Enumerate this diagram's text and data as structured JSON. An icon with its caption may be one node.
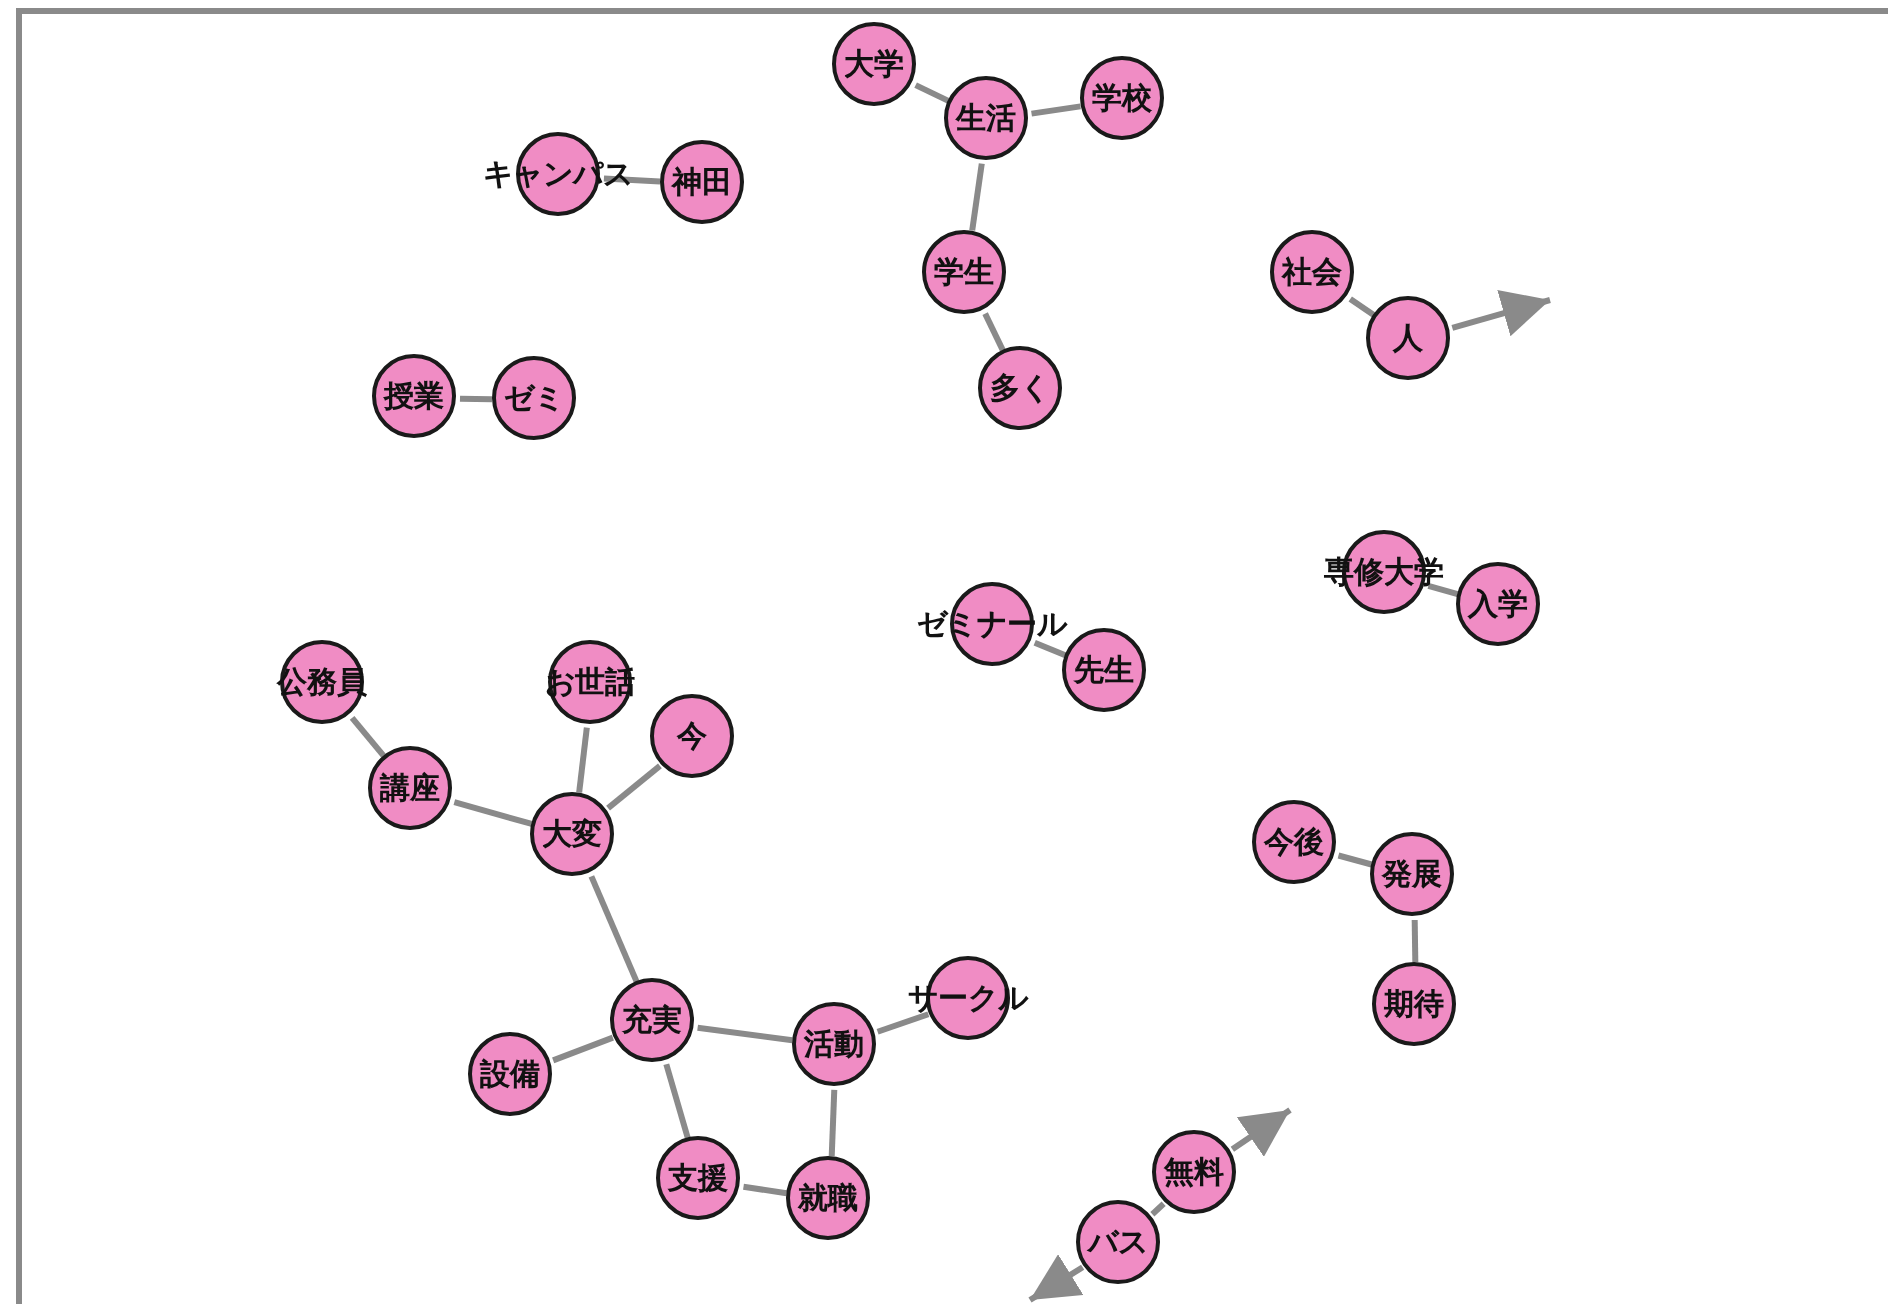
{
  "diagram": {
    "nodes": [
      {
        "text": [
          "大学"
        ]
      },
      {
        "text": [
          "生活"
        ]
      },
      {
        "text": [
          "学校"
        ]
      },
      {
        "text": [
          "学生"
        ]
      },
      {
        "text": [
          "多く"
        ]
      },
      {
        "text": [
          "キャンパス"
        ]
      },
      {
        "text": [
          "神田"
        ]
      },
      {
        "text": [
          "授業"
        ]
      },
      {
        "text": [
          "ゼミ"
        ]
      },
      {
        "text": [
          "社会"
        ]
      },
      {
        "text": [
          "人"
        ]
      },
      {
        "text": [
          "専修大学"
        ]
      },
      {
        "text": [
          "入学"
        ]
      },
      {
        "text": [
          "ゼミナール"
        ]
      },
      {
        "text": [
          "先生"
        ]
      },
      {
        "text": [
          "公務員"
        ]
      },
      {
        "text": [
          "お世話"
        ]
      },
      {
        "text": [
          "今"
        ]
      },
      {
        "text": [
          "講座"
        ]
      },
      {
        "text": [
          "大変"
        ]
      },
      {
        "text": [
          "充実"
        ]
      },
      {
        "text": [
          "サークル"
        ]
      },
      {
        "text": [
          "活動"
        ]
      },
      {
        "text": [
          "設備"
        ]
      },
      {
        "text": [
          "支援"
        ]
      },
      {
        "text": [
          "就職"
        ]
      },
      {
        "text": [
          "今後"
        ]
      },
      {
        "text": [
          "発展"
        ]
      },
      {
        "text": [
          "期待"
        ]
      },
      {
        "text": [
          "無料"
        ]
      },
      {
        "text": [
          "バス"
        ]
      }
    ],
    "edges": [
      {
        "from": 0,
        "to": 1,
        "arrow": "none"
      },
      {
        "from": 1,
        "to": 2,
        "arrow": "none"
      },
      {
        "from": 1,
        "to": 3,
        "arrow": "none"
      },
      {
        "from": 3,
        "to": 4,
        "arrow": "none"
      },
      {
        "from": 5,
        "to": 6,
        "arrow": "none"
      },
      {
        "from": 7,
        "to": 8,
        "arrow": "none"
      },
      {
        "from": 9,
        "to": 10,
        "arrow": "none"
      },
      {
        "from": 10,
        "to": null,
        "arrow": "to"
      },
      {
        "from": 11,
        "to": 12,
        "arrow": "none"
      },
      {
        "from": 13,
        "to": 14,
        "arrow": "none"
      },
      {
        "from": 15,
        "to": 18,
        "arrow": "none"
      },
      {
        "from": 18,
        "to": 19,
        "arrow": "none"
      },
      {
        "from": 16,
        "to": 19,
        "arrow": "none"
      },
      {
        "from": 17,
        "to": 19,
        "arrow": "none"
      },
      {
        "from": 19,
        "to": 20,
        "arrow": "none"
      },
      {
        "from": 20,
        "to": 22,
        "arrow": "none"
      },
      {
        "from": 20,
        "to": 23,
        "arrow": "none"
      },
      {
        "from": 20,
        "to": 24,
        "arrow": "none"
      },
      {
        "from": 22,
        "to": 21,
        "arrow": "none"
      },
      {
        "from": 22,
        "to": 25,
        "arrow": "none"
      },
      {
        "from": 24,
        "to": 25,
        "arrow": "none"
      },
      {
        "from": 26,
        "to": 27,
        "arrow": "none"
      },
      {
        "from": 27,
        "to": 28,
        "arrow": "none"
      },
      {
        "from": 29,
        "to": 30,
        "arrow": "none"
      },
      {
        "from": 29,
        "to": null,
        "arrow": "to"
      },
      {
        "from": 30,
        "to": null,
        "arrow": "to"
      }
    ]
  }
}
